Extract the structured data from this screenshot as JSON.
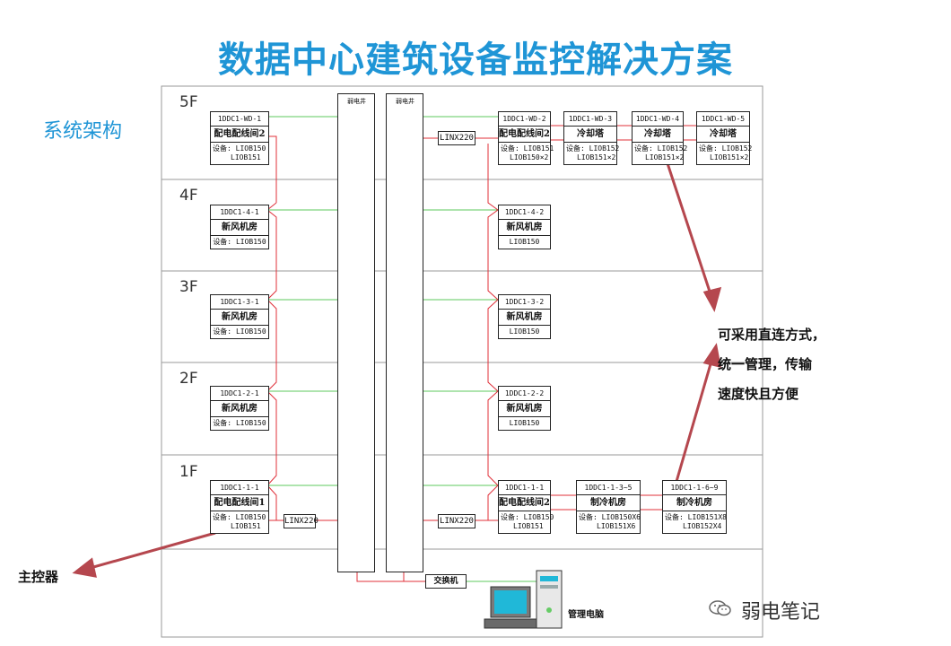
{
  "title": "数据中心建筑设备监控解决方案",
  "subtitle": "系统架构",
  "floors": [
    "5F",
    "4F",
    "3F",
    "2F",
    "1F"
  ],
  "shafts": [
    "弱电井",
    "弱电井"
  ],
  "controllers": [
    {
      "id": "1DDC1-WD-1",
      "room": "配电配线间2",
      "lines": [
        "设备: LIOB150",
        "LIOB151"
      ]
    },
    {
      "id": "1DDC1-WD-2",
      "room": "配电配线间2",
      "lines": [
        "设备: LIOB151",
        "LIOB150×2"
      ]
    },
    {
      "id": "1DDC1-WD-3",
      "room": "冷却塔",
      "lines": [
        "设备: LIOB152",
        "LIOB151×2"
      ]
    },
    {
      "id": "1DDC1-WD-4",
      "room": "冷却塔",
      "lines": [
        "设备: LIOB152",
        "LIOB151×2"
      ]
    },
    {
      "id": "1DDC1-WD-5",
      "room": "冷却塔",
      "lines": [
        "设备: LIOB152",
        "LIOB151×2"
      ]
    },
    {
      "id": "1DDC1-4-1",
      "room": "新风机房",
      "lines": [
        "设备: LIOB150"
      ]
    },
    {
      "id": "1DDC1-4-2",
      "room": "新风机房",
      "lines": [
        "LIOB150"
      ]
    },
    {
      "id": "1DDC1-3-1",
      "room": "新风机房",
      "lines": [
        "设备: LIOB150"
      ]
    },
    {
      "id": "1DDC1-3-2",
      "room": "新风机房",
      "lines": [
        "LIOB150"
      ]
    },
    {
      "id": "1DDC1-2-1",
      "room": "新风机房",
      "lines": [
        "设备: LIOB150"
      ]
    },
    {
      "id": "1DDC1-2-2",
      "room": "新风机房",
      "lines": [
        "LIOB150"
      ]
    },
    {
      "id": "1DDC1-1-1",
      "room": "配电配线间1",
      "lines": [
        "设备: LIOB150",
        "LIOB151"
      ]
    },
    {
      "id": "1DDC1-1-1",
      "room": "配电配线间2",
      "lines": [
        "设备: LIOB150",
        "LIOB151"
      ]
    },
    {
      "id": "1DDC1-1-3~5",
      "room": "制冷机房",
      "lines": [
        "设备: LIOB150X6",
        "LIOB151X6"
      ]
    },
    {
      "id": "1DDC1-1-6~9",
      "room": "制冷机房",
      "lines": [
        "设备: LIOB151X8",
        "LIOB152X4"
      ]
    }
  ],
  "linx": [
    "LINX220",
    "LINX220",
    "LINX220"
  ],
  "switch": "交换机",
  "pc": "管理电脑",
  "note_lines": [
    "可采用直连方式，",
    "统一管理，传输",
    "速度快且方便"
  ],
  "main_controller": "主控器",
  "watermark": "弱电笔记",
  "colors": {
    "title": "#1f95d6",
    "bus_red": "#e0303a",
    "link_green": "#5cc85c",
    "arrow": "#b5474e"
  }
}
